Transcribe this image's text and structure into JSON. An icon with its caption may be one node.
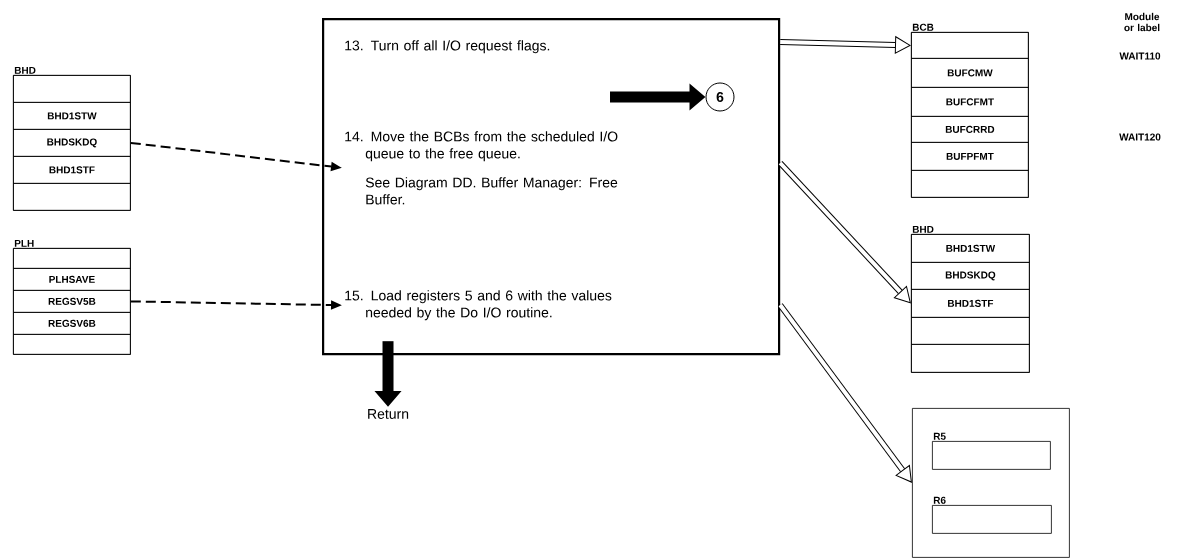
{
  "diagram": {
    "nodes": [
      {
        "text": [
          "BHD"
        ]
      },
      {
        "text": [],
        "shape": "box",
        "in": 0
      },
      {
        "text": [
          "BHD1STW"
        ],
        "in": 0
      },
      {
        "text": [
          "BHDSKDQ"
        ],
        "in": 0
      },
      {
        "text": [
          "BHD1STF"
        ],
        "in": 0
      },
      {
        "text": [],
        "shape": "box",
        "in": 0
      },
      {
        "text": [
          "PLH"
        ]
      },
      {
        "text": [],
        "shape": "box",
        "in": 6
      },
      {
        "text": [
          "PLHSAVE"
        ],
        "in": 6
      },
      {
        "text": [
          "REGSV5B"
        ],
        "in": 6
      },
      {
        "text": [
          "REGSV6B"
        ],
        "in": 6
      },
      {
        "text": [],
        "shape": "box",
        "in": 6
      },
      {
        "text": [],
        "shape": "box"
      },
      {
        "text": [
          "13. Turn off all I/O request flags."
        ],
        "in": 12
      },
      {
        "text": [
          "14. Move the BCBs from the scheduled I/O queue to the free queue.",
          "See Diagram DD. Buffer Manager: Free Buffer."
        ],
        "in": 12
      },
      {
        "text": [
          "15. Load registers 5 and 6 with the values needed by the Do I/O routine."
        ],
        "in": 12
      },
      {
        "text": [
          "6"
        ],
        "in": 12
      },
      {
        "text": [
          "Return"
        ]
      },
      {
        "text": [
          "BCB"
        ]
      },
      {
        "text": [],
        "shape": "box",
        "in": 18
      },
      {
        "text": [
          "BUFCMW"
        ],
        "in": 18
      },
      {
        "text": [
          "BUFCFMT"
        ],
        "in": 18
      },
      {
        "text": [
          "BUFCRRD"
        ],
        "in": 18
      },
      {
        "text": [
          "BUFPFMT"
        ],
        "in": 18
      },
      {
        "text": [],
        "shape": "box",
        "in": 18
      },
      {
        "text": [
          "BHD"
        ]
      },
      {
        "text": [
          "BHD1STW"
        ],
        "in": 25
      },
      {
        "text": [
          "BHDSKDQ"
        ],
        "in": 25
      },
      {
        "text": [
          "BHD1STF"
        ],
        "in": 25
      },
      {
        "text": [],
        "shape": "box",
        "in": 25
      },
      {
        "text": [],
        "shape": "box",
        "in": 25
      },
      {
        "text": [],
        "shape": "box"
      },
      {
        "text": [
          "R5"
        ],
        "in": 31
      },
      {
        "text": [
          "R6"
        ],
        "in": 31
      }
    ],
    "edges": [
      {
        "from": 3,
        "to": 14,
        "arrow": "to",
        "style": "dashed"
      },
      {
        "from": 9,
        "to": 15,
        "arrow": "to",
        "style": "dashed"
      },
      {
        "from": null,
        "to": 16,
        "arrow": "to",
        "style": "thick"
      },
      {
        "from": 12,
        "to": 17,
        "arrow": "to",
        "style": "thick"
      },
      {
        "from": 12,
        "to": 19,
        "arrow": "to"
      },
      {
        "from": 12,
        "to": 28,
        "arrow": "to"
      },
      {
        "from": 12,
        "to": 31,
        "arrow": "to"
      }
    ],
    "labels": [
      "Module or label",
      "WAIT110",
      "WAIT120"
    ]
  }
}
